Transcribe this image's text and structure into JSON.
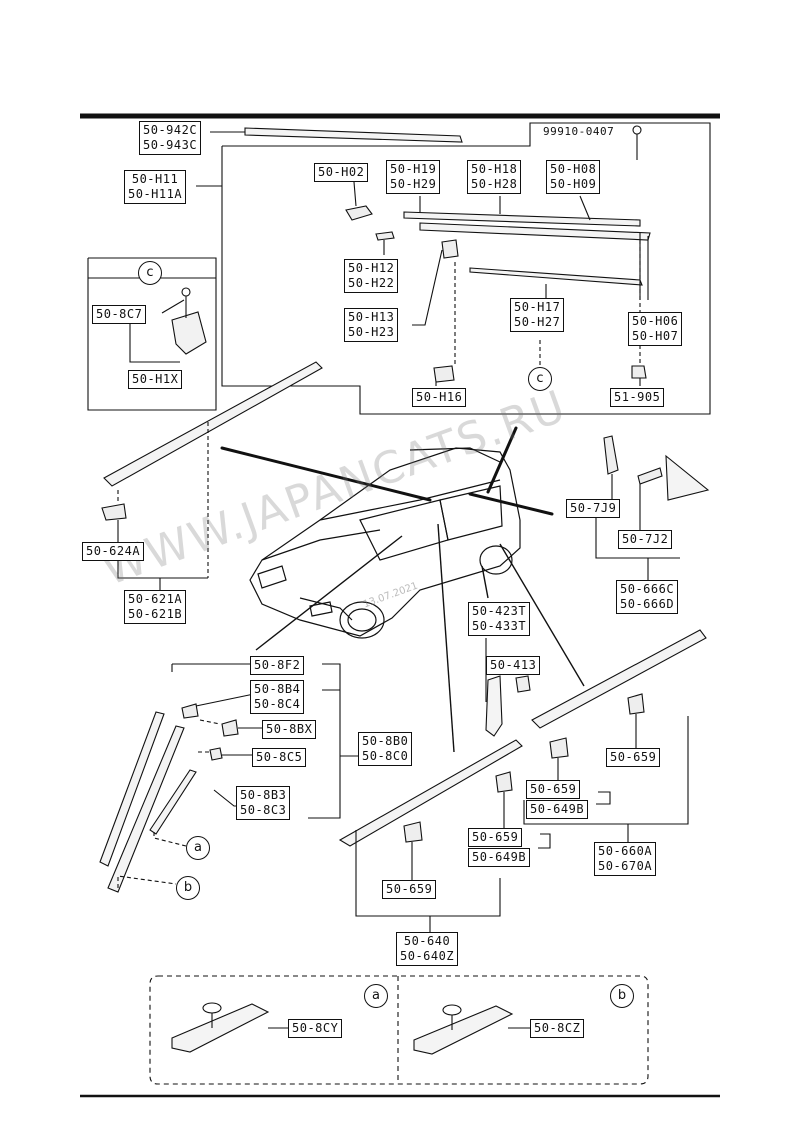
{
  "labels": {
    "l_942c": [
      "50-942C",
      "50-943C"
    ],
    "l_h11": [
      "50-H11",
      "50-H11A"
    ],
    "l_h02": [
      "50-H02"
    ],
    "l_h19": [
      "50-H19",
      "50-H29"
    ],
    "l_h18": [
      "50-H18",
      "50-H28"
    ],
    "l_h08": [
      "50-H08",
      "50-H09"
    ],
    "l_h12": [
      "50-H12",
      "50-H22"
    ],
    "l_h13": [
      "50-H13",
      "50-H23"
    ],
    "l_h17": [
      "50-H17",
      "50-H27"
    ],
    "l_h06": [
      "50-H06",
      "50-H07"
    ],
    "l_h16": [
      "50-H16"
    ],
    "l_51905": [
      "51-905"
    ],
    "l_8c7": [
      "50-8C7"
    ],
    "l_h1x": [
      "50-H1X"
    ],
    "l_624a": [
      "50-624A"
    ],
    "l_621a": [
      "50-621A",
      "50-621B"
    ],
    "l_7j9": [
      "50-7J9"
    ],
    "l_7j2": [
      "50-7J2"
    ],
    "l_666c": [
      "50-666C",
      "50-666D"
    ],
    "l_423t": [
      "50-423T",
      "50-433T"
    ],
    "l_413": [
      "50-413"
    ],
    "l_8f2": [
      "50-8F2"
    ],
    "l_8b4": [
      "50-8B4",
      "50-8C4"
    ],
    "l_8bx": [
      "50-8BX"
    ],
    "l_8c5": [
      "50-8C5"
    ],
    "l_8b0": [
      "50-8B0",
      "50-8C0"
    ],
    "l_8b3": [
      "50-8B3",
      "50-8C3"
    ],
    "l_659a": [
      "50-659"
    ],
    "l_659b": [
      "50-659"
    ],
    "l_649b_a": [
      "50-649B"
    ],
    "l_659c": [
      "50-659"
    ],
    "l_649b_b": [
      "50-649B"
    ],
    "l_659d": [
      "50-659"
    ],
    "l_660a": [
      "50-660A",
      "50-670A"
    ],
    "l_640": [
      "50-640",
      "50-640Z"
    ],
    "l_8cy": [
      "50-8CY"
    ],
    "l_8cz": [
      "50-8CZ"
    ]
  },
  "part_no_99910": "99910-0407",
  "callouts": {
    "c_top": "c",
    "c_box": "c",
    "a_left": "a",
    "b_left": "b",
    "a_inset": "a",
    "b_inset": "b"
  },
  "watermark": "WWW.JAPANCATS.RU",
  "date_stamp": "13.07.2021"
}
